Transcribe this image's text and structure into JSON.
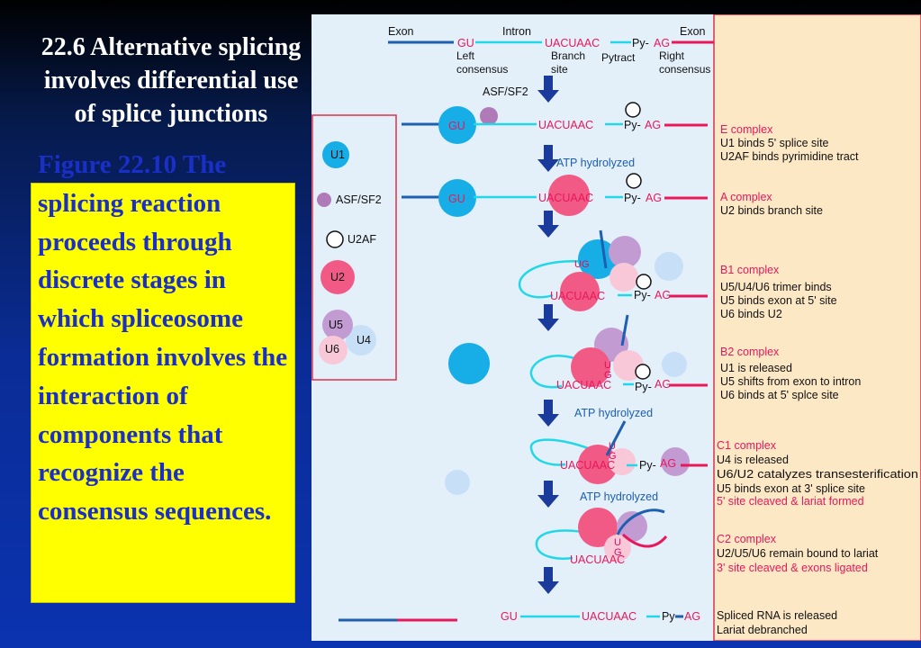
{
  "title": "22.6 Alternative splicing involves differential use of splice junctions",
  "caption": "Figure 22.10 The splicing reaction proceeds through discrete stages in which spliceosome formation involves the interaction of components that recognize the consensus sequences.",
  "diagram": {
    "top_labels": {
      "exon_left": "Exon",
      "intron": "Intron",
      "exon_right": "Exon",
      "left_consensus": "Left consensus",
      "left_consensus_l1": "Left",
      "left_consensus_l2": "consensus",
      "branch_site_l1": "Branch",
      "branch_site_l2": "site",
      "pytract": "Pytract",
      "right_consensus_l1": "Right",
      "right_consensus_l2": "consensus"
    },
    "sequences": {
      "gu": "GU",
      "uacuaac": "UACUAAC",
      "py": "Py-",
      "py_plain": "Py",
      "ag": "AG"
    },
    "step_labels": {
      "asf": "ASF/SF2",
      "atp1": "ATP hydrolyzed",
      "atp2": "ATP hydrolyzed",
      "atp3": "ATP hydrolyzed"
    },
    "legend": {
      "u1": "U1",
      "asf": "ASF/SF2",
      "u2af": "U2AF",
      "u2": "U2",
      "u5": "U5",
      "u4": "U4",
      "u6": "U6"
    },
    "bound_labels": {
      "ug": "UG",
      "u": "U",
      "g": "G"
    },
    "stages": [
      {
        "name": "E complex",
        "lines": [
          "U1 binds 5' splice site",
          "U2AF binds pyrimidine tract"
        ],
        "red_lines": []
      },
      {
        "name": "A complex",
        "lines": [
          "U2 binds branch site"
        ],
        "red_lines": []
      },
      {
        "name": "B1 complex",
        "lines": [
          "U5/U4/U6 trimer binds",
          "U5 binds exon at 5' site",
          "U6 binds U2"
        ],
        "red_lines": []
      },
      {
        "name": "B2 complex",
        "lines": [
          "U1 is released",
          "U5 shifts from exon to intron",
          "U6 binds at 5' splce site"
        ],
        "red_lines": []
      },
      {
        "name": "C1 complex",
        "lines": [
          "U4 is released",
          "U6/U2 catalyzes transesterification",
          "U5 binds exon at 3' splice site"
        ],
        "red_lines": [
          "5' site cleaved & lariat formed"
        ]
      },
      {
        "name": "C2 complex",
        "lines": [
          "U2/U5/U6 remain bound to lariat"
        ],
        "red_lines": [
          "3' site cleaved & exons ligated"
        ]
      },
      {
        "name": "",
        "lines": [
          "Spliced RNA is released",
          "Lariat debranched"
        ],
        "red_lines": []
      }
    ]
  },
  "colors": {
    "background_top": "#000000",
    "background_bottom": "#0b33b0",
    "caption_bg": "#ffff00",
    "caption_text": "#1a2fc8",
    "panel_bg": "#e3eff9",
    "exon_line": "#1d5fb0",
    "intron_line": "#22d8e8",
    "seq_red": "#e8185a",
    "u1": "#17aee8",
    "u2": "#f25a86",
    "u5": "#c39bd3",
    "u4": "#c7e0f7",
    "u6": "#f8c8d8",
    "asf": "#b07ab8",
    "arrow": "#1a3a9c",
    "legend_border": "#e0304a"
  }
}
